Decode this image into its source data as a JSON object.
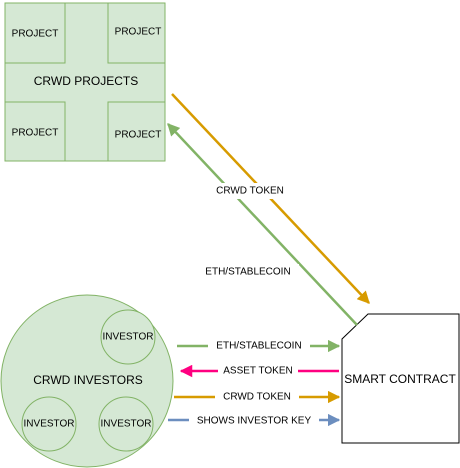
{
  "projects_group": {
    "title": "CRWD PROJECTS",
    "items": [
      "PROJECT",
      "PROJECT",
      "PROJECT",
      "PROJECT"
    ]
  },
  "investors_group": {
    "title": "CRWD INVESTORS",
    "items": [
      "INVESTOR",
      "INVESTOR",
      "INVESTOR"
    ]
  },
  "contract": {
    "label": "SMART CONTRACT"
  },
  "edges": {
    "projects_to_contract": "CRWD TOKEN",
    "contract_to_projects": "ETH/STABLECOIN",
    "investors_to_contract": "ETH/STABLECOIN",
    "contract_to_investors": "ASSET TOKEN",
    "investors_to_contract_token": "CRWD TOKEN",
    "investors_key": "SHOWS INVESTOR KEY"
  },
  "colors": {
    "fill_green": "#d5e8d4",
    "stroke_green": "#82b366",
    "orange": "#d79b00",
    "pink": "#ff0080",
    "blue": "#6c8ebf"
  }
}
